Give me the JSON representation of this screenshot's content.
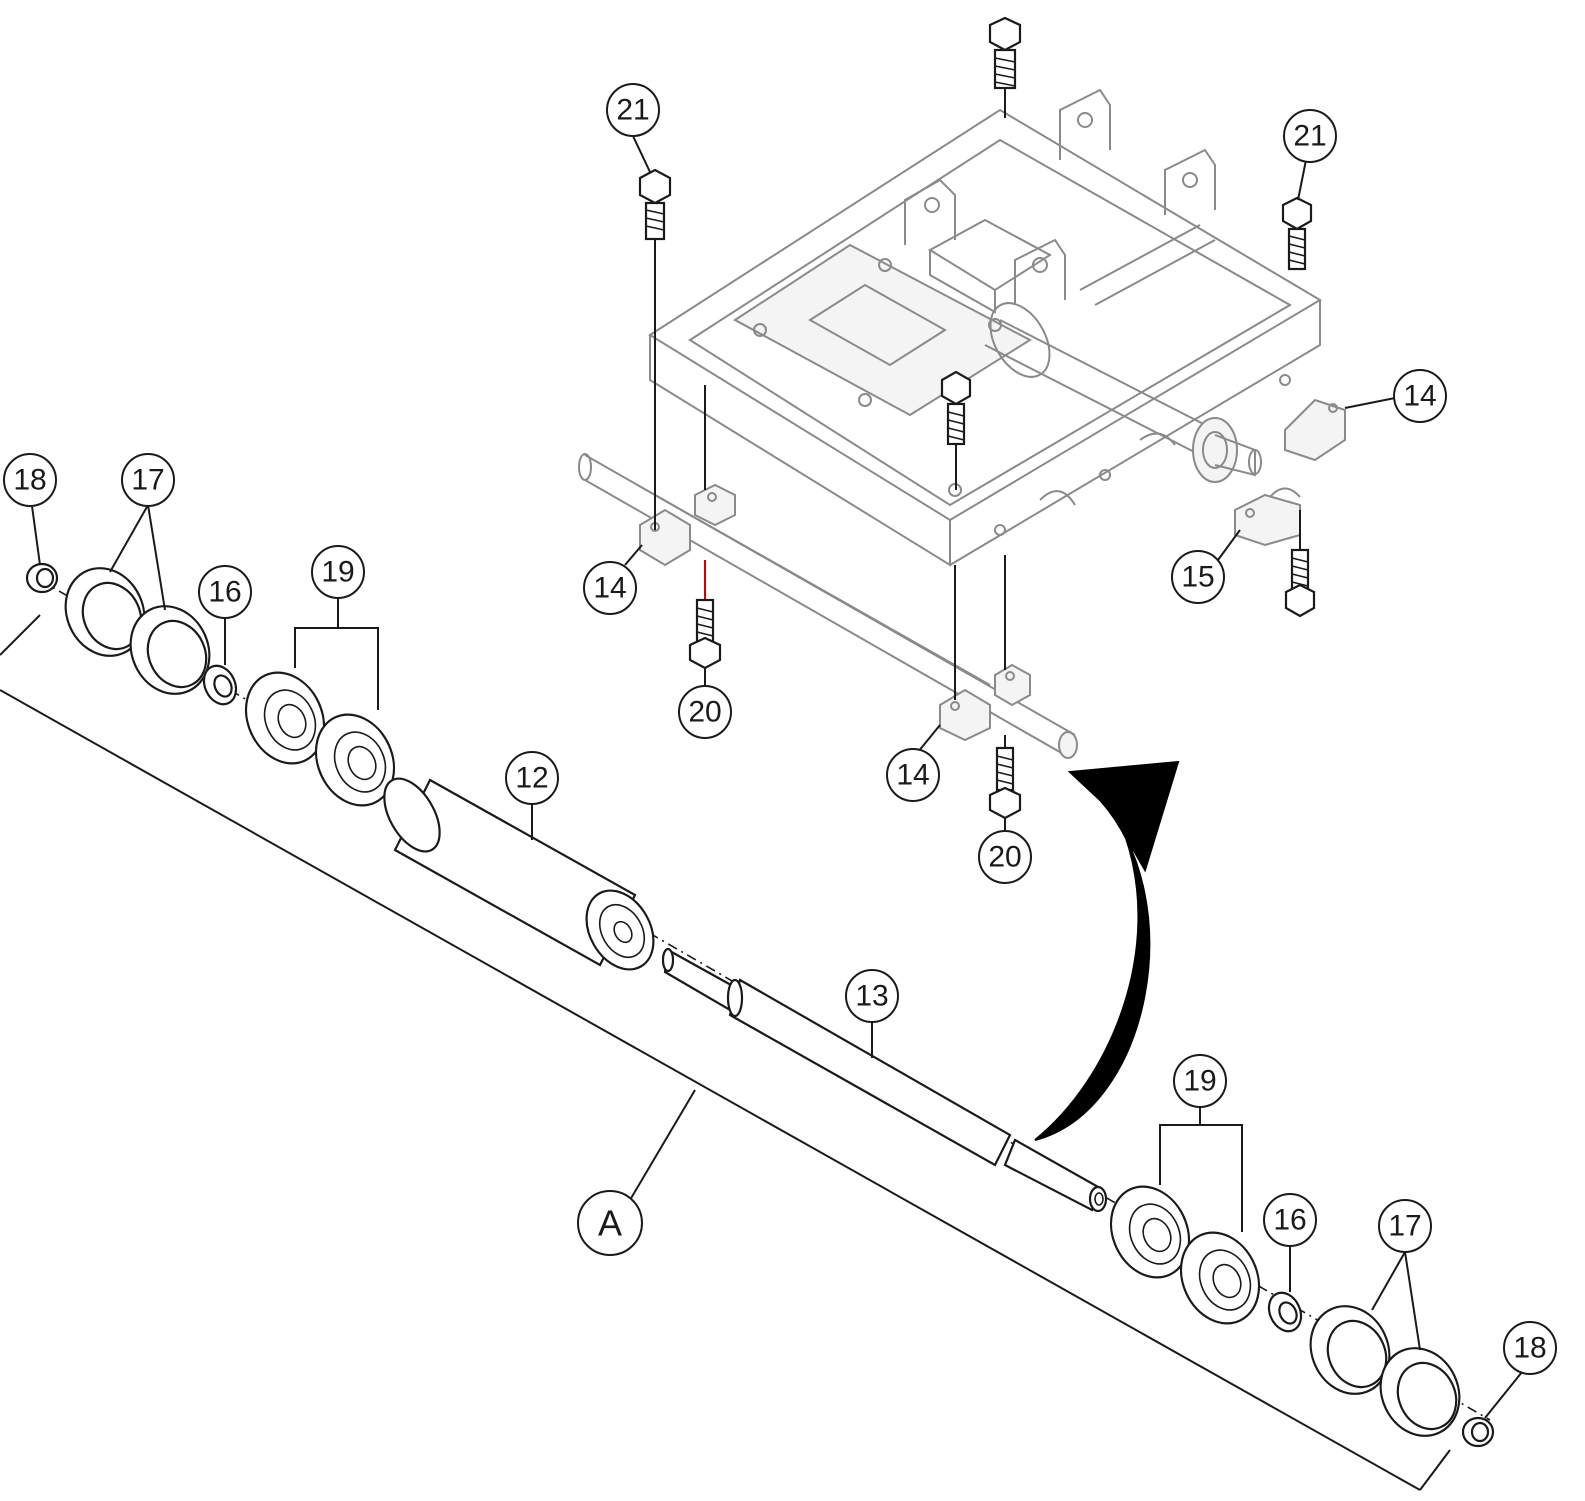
{
  "callouts": {
    "c12": "12",
    "c13": "13",
    "c14a": "14",
    "c14b": "14",
    "c14c": "14",
    "c15": "15",
    "c16a": "16",
    "c16b": "16",
    "c17a": "17",
    "c17b": "17",
    "c18a": "18",
    "c18b": "18",
    "c19a": "19",
    "c19b": "19",
    "c20a": "20",
    "c20b": "20",
    "c21a": "21",
    "c21b": "21",
    "cA": "A"
  },
  "colors": {
    "line": "#1a1a1a",
    "ghost": "#8a8a8a",
    "arrow": "#000000",
    "red_marker": "#d40000"
  }
}
